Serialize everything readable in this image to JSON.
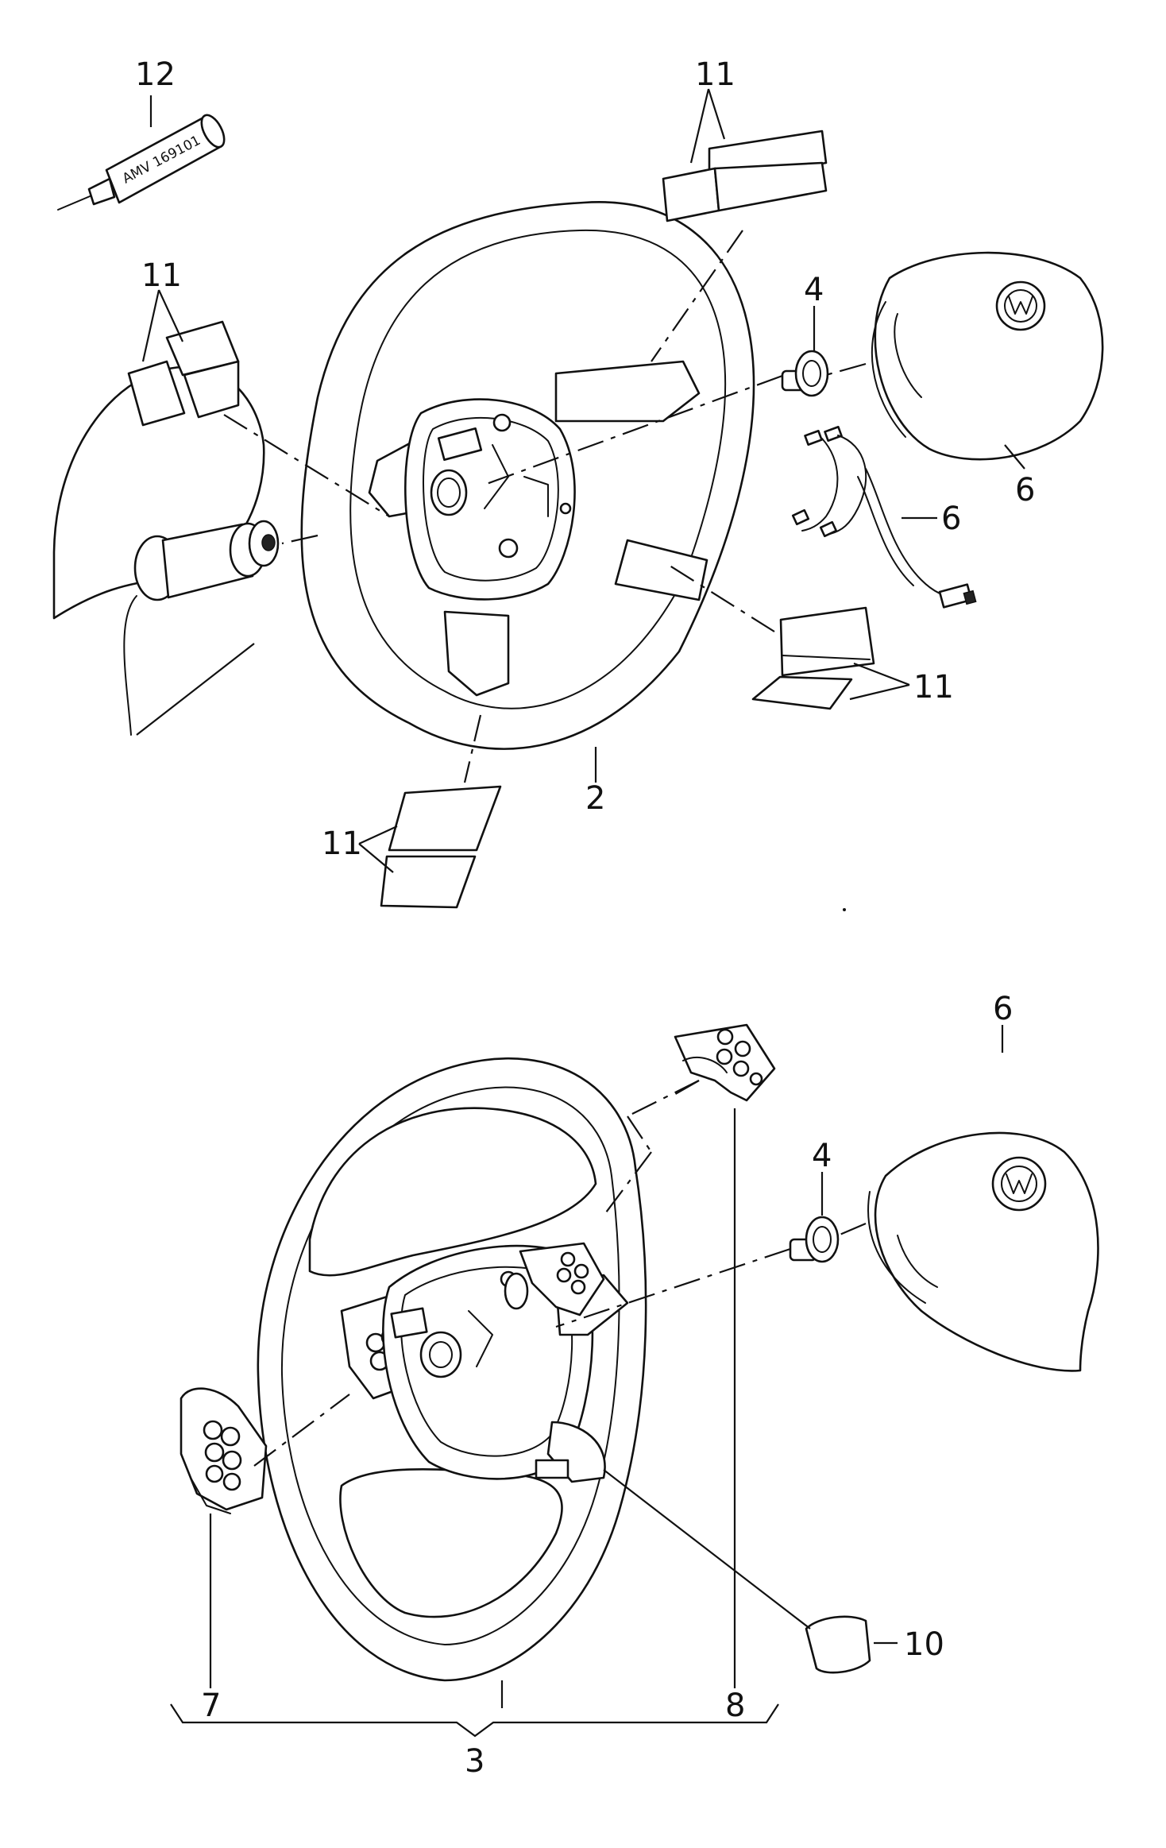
{
  "callouts": {
    "c12": "12",
    "c11_top": "11",
    "c11_left": "11",
    "c4_top": "4",
    "c6_airbag_top": "6",
    "c6_wire": "6",
    "c11_right": "11",
    "c2": "2",
    "c11_bottom": "11",
    "c6_airbag_bottom": "6",
    "c4_bottom": "4",
    "c10": "10",
    "c7": "7",
    "c8": "8",
    "c3": "3"
  },
  "tube_label": "AMV 169101"
}
